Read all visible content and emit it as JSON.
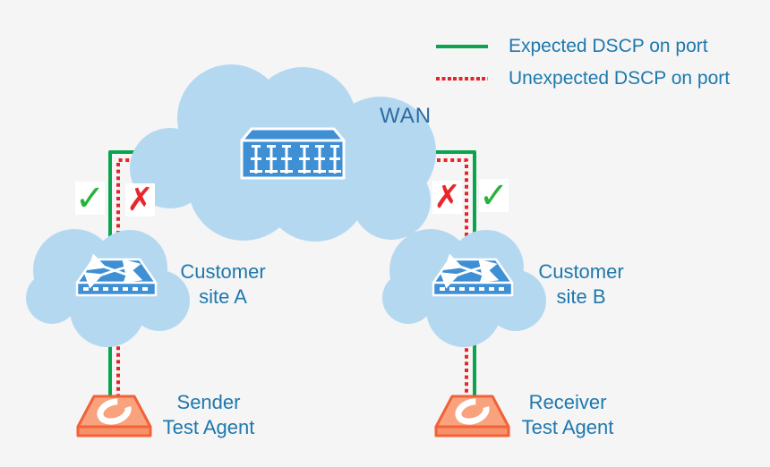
{
  "legend": {
    "items": [
      {
        "label": "Expected DSCP on port",
        "line_style": "solid"
      },
      {
        "label": "Unexpected DSCP on port",
        "line_style": "dotted"
      }
    ]
  },
  "nodes": {
    "wan": {
      "label": "WAN",
      "icon": "router-icon"
    },
    "site_a": {
      "label_line1": "Customer",
      "label_line2": "site A",
      "icon": "switch-icon"
    },
    "site_b": {
      "label_line1": "Customer",
      "label_line2": "site B",
      "icon": "switch-icon"
    },
    "sender": {
      "label_line1": "Sender",
      "label_line2": "Test Agent",
      "icon": "test-agent-icon"
    },
    "receiver": {
      "label_line1": "Receiver",
      "label_line2": "Test Agent",
      "icon": "test-agent-icon"
    }
  },
  "marks": {
    "check_glyph": "✓",
    "x_glyph": "✗"
  },
  "colors": {
    "background": "#f5f5f6",
    "cloud": "#b5d8f1",
    "device_blue": "#3f8fd4",
    "text_blue": "#1e78ad",
    "wan_text": "#2d6ca3",
    "green": "#0aa44f",
    "red": "#e92428",
    "check_green": "#26b33c",
    "x_red": "#e8262b",
    "agent_fill": "#f9a37e",
    "agent_side": "#f6926a",
    "agent_stroke": "#f26137"
  }
}
